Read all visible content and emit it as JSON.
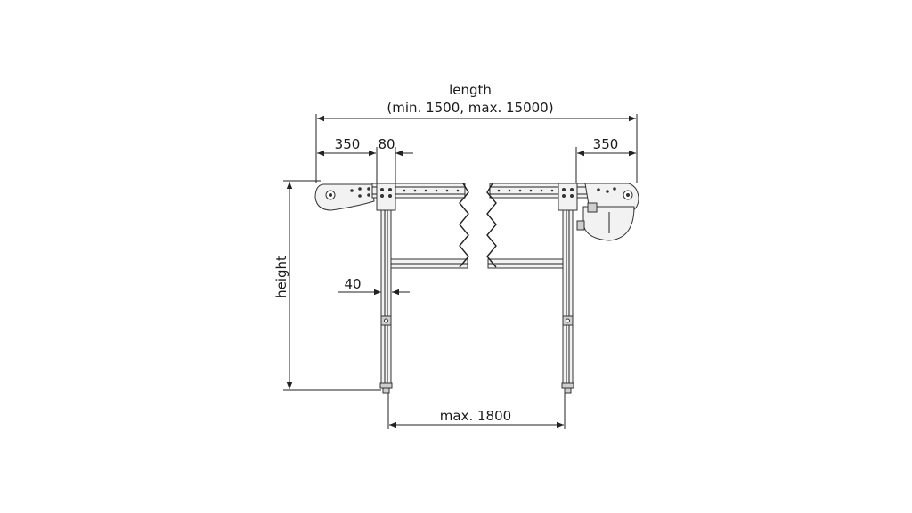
{
  "dimensions": {
    "length_label": "length",
    "length_range": "(min. 1500, max. 15000)",
    "left_overhang": "350",
    "left_leg_offset": "80",
    "right_overhang": "350",
    "height_label": "height",
    "leg_width": "40",
    "max_span": "max. 1800"
  },
  "colors": {
    "line": "#222222",
    "fill": "#f2f2f2",
    "fill_dark": "#cfcfcf"
  }
}
